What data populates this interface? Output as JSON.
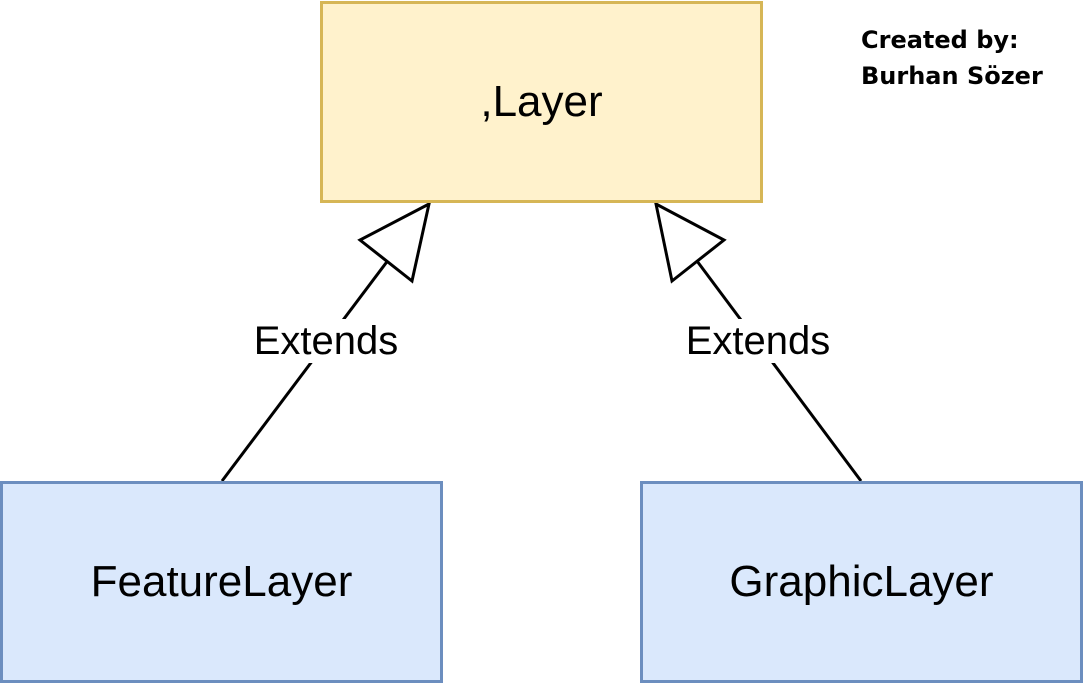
{
  "nodes": {
    "layer": {
      "label": ",Layer",
      "fill": "#fff2cc",
      "stroke": "#d6b656"
    },
    "feature_layer": {
      "label": "FeatureLayer",
      "fill": "#dae8fc",
      "stroke": "#6c8ebf"
    },
    "graphic_layer": {
      "label": "GraphicLayer",
      "fill": "#dae8fc",
      "stroke": "#6c8ebf"
    }
  },
  "edges": [
    {
      "from": "FeatureLayer",
      "to": ",Layer",
      "label": "Extends",
      "arrow": "hollow-triangle"
    },
    {
      "from": "GraphicLayer",
      "to": ",Layer",
      "label": "Extends",
      "arrow": "hollow-triangle"
    }
  ],
  "credit": {
    "line1": "Created by:",
    "line2": "Burhan Sözer"
  }
}
